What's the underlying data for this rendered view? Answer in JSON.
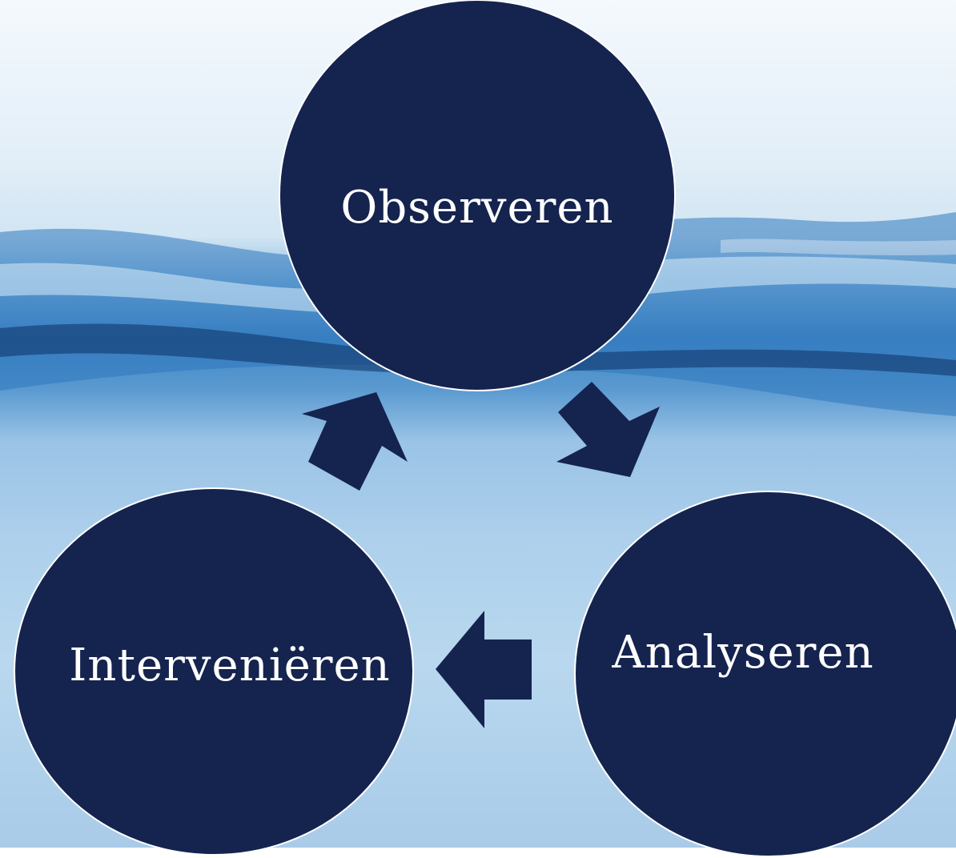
{
  "diagram": {
    "nodes": [
      {
        "id": "observe",
        "label": "Observeren"
      },
      {
        "id": "analyze",
        "label": "Analyseren"
      },
      {
        "id": "intervene",
        "label": "Interveniëren"
      }
    ],
    "edges": [
      {
        "from": "observe",
        "to": "analyze"
      },
      {
        "from": "analyze",
        "to": "intervene"
      },
      {
        "from": "intervene",
        "to": "observe"
      }
    ]
  },
  "colors": {
    "node_fill": "#15234f",
    "node_stroke": "#ffffff",
    "arrow_fill": "#15234f",
    "label_text": "#ffffff"
  }
}
